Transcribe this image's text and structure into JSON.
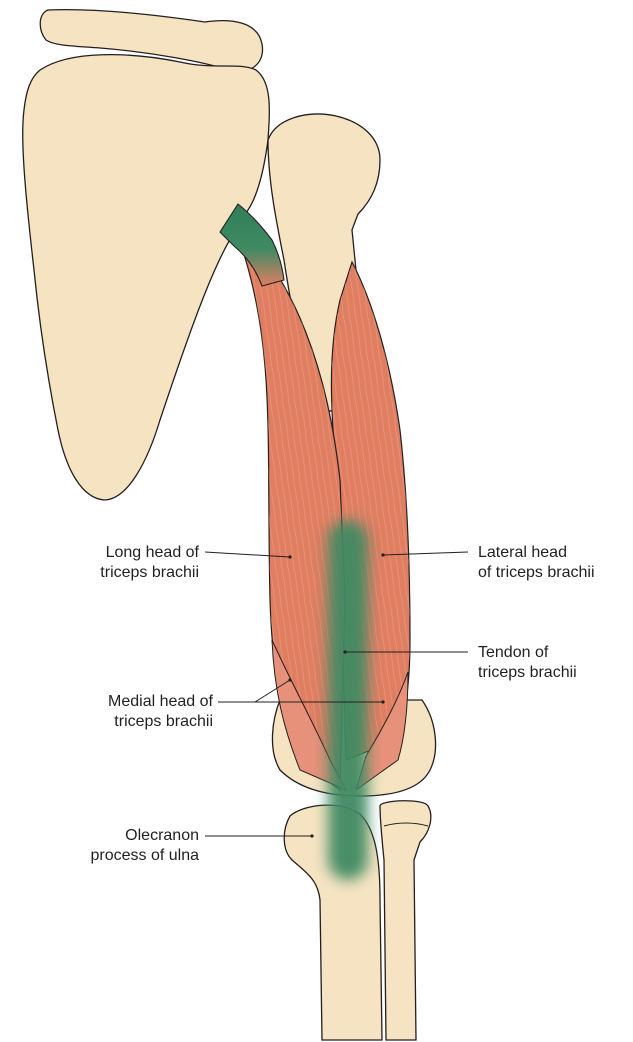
{
  "labels": {
    "long_head": {
      "line1": "Long head of",
      "line2": "triceps brachii"
    },
    "lateral_head": {
      "line1": "Lateral head",
      "line2": "of triceps brachii"
    },
    "tendon": {
      "line1": "Tendon of",
      "line2": "triceps brachii"
    },
    "medial_head": {
      "line1": "Medial head of",
      "line2": "triceps brachii"
    },
    "olecranon": {
      "line1": "Olecranon",
      "line2": "process of ulna"
    }
  },
  "colors": {
    "bone": "#f5e3c2",
    "bone_outline": "#231f20",
    "muscle": "#e07e62",
    "muscle_fiber": "#f0a88e",
    "tendon": "#3f8a63",
    "leader": "#231f20"
  }
}
